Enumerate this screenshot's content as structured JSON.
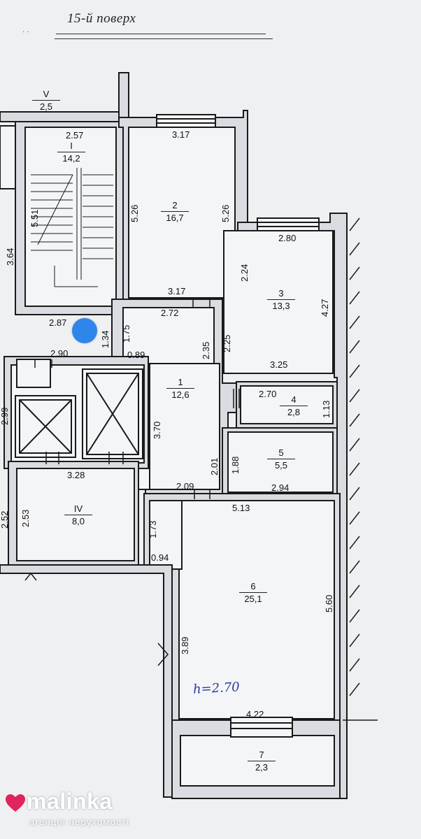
{
  "floor_title": "15-й поверх",
  "rooms": [
    {
      "id": "V",
      "num": "V",
      "area": "2,5"
    },
    {
      "id": "I",
      "num": "I",
      "area": "14,2"
    },
    {
      "id": "2",
      "num": "2",
      "area": "16,7"
    },
    {
      "id": "3",
      "num": "3",
      "area": "13,3"
    },
    {
      "id": "1",
      "num": "1",
      "area": "12,6"
    },
    {
      "id": "4",
      "num": "4",
      "area": "2,8"
    },
    {
      "id": "5",
      "num": "5",
      "area": "5,5"
    },
    {
      "id": "IV",
      "num": "IV",
      "area": "8,0"
    },
    {
      "id": "6",
      "num": "6",
      "area": "25,1"
    },
    {
      "id": "7",
      "num": "7",
      "area": "2,3"
    }
  ],
  "dimensions": {
    "d_2_57": "2.57",
    "d_5_51": "5.51",
    "d_3_64": "3.64",
    "d_3_17_top": "3.17",
    "d_5_26_left": "5.26",
    "d_5_26_right": "5.26",
    "d_3_17_bottom": "3.17",
    "d_2_80": "2.80",
    "d_2_24": "2.24",
    "d_4_27": "4.27",
    "d_3_25": "3.25",
    "d_2_87": "2.87",
    "d_1_34": "1.34",
    "d_1_75": "1.75",
    "d_2_72": "2.72",
    "d_2_35": "2.35",
    "d_2_25": "2.25",
    "d_2_90": "2.90",
    "d_0_89": "0.89",
    "d_2_70": "2.70",
    "d_1_13": "1.13",
    "d_3_70": "3.70",
    "d_2_99": "2.99",
    "d_2_01": "2.01",
    "d_1_88": "1.88",
    "d_3_28": "3.28",
    "d_2_09": "2.09",
    "d_2_94": "2.94",
    "d_5_13": "5.13",
    "d_2_52": "2.52",
    "d_2_53": "2.53",
    "d_1_73": "1.73",
    "d_0_94": "0.94",
    "d_3_89": "3.89",
    "d_5_60": "5.60",
    "d_4_22": "4.22"
  },
  "height_note": "h=2.70",
  "brand": {
    "name": "malinka",
    "tagline": "агенція нерухомості"
  },
  "colors": {
    "paper": "#f2f3f5",
    "wall": "#d9dce0",
    "line": "#1a1a1a",
    "pin": "#2f86ea",
    "ink": "#2a3aa0",
    "heart": "#e0245e"
  }
}
